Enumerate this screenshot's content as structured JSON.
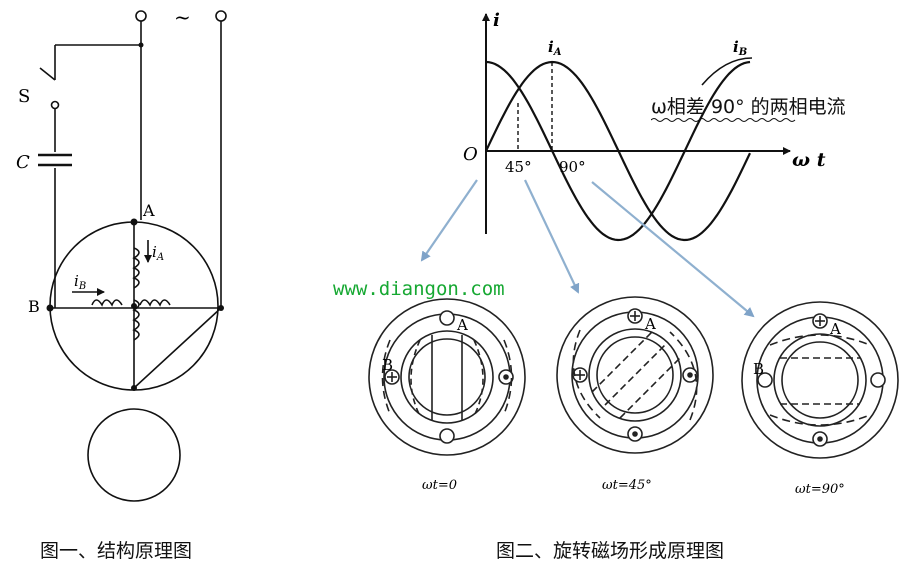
{
  "figure1": {
    "caption": "图一、结构原理图",
    "labels": {
      "switch": "S",
      "capacitor": "C",
      "node_a": "A",
      "node_b": "B",
      "current_a": "i",
      "current_a_sub": "A",
      "current_b": "i",
      "current_b_sub": "B",
      "supply": "~"
    }
  },
  "figure2": {
    "caption": "图二、旋转磁场形成原理图",
    "axis": {
      "y": "i",
      "origin": "O",
      "x": "ω t"
    },
    "curves": {
      "a_label": "i",
      "a_sub": "A",
      "b_label": "i",
      "b_sub": "B"
    },
    "ticks": {
      "t45": "45°",
      "t90": "90°"
    },
    "note": "ω相差 90° 的两相电流",
    "stators": [
      {
        "label": "ωt=0",
        "pole_a": "A",
        "pole_b": "B"
      },
      {
        "label": "ωt=45°",
        "pole_a": "A"
      },
      {
        "label": "ωt=90°",
        "pole_a": "A",
        "pole_b": "B"
      }
    ]
  },
  "watermark": "www.diangon.com",
  "colors": {
    "arrow": "#8fb0cf",
    "watermark": "#16a832",
    "line": "#111111"
  }
}
